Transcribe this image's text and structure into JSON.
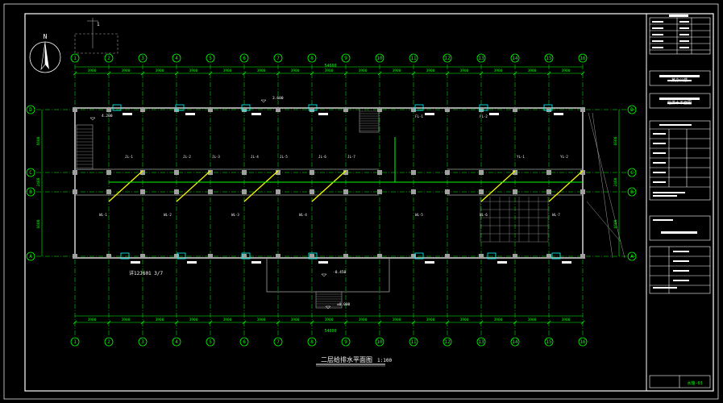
{
  "colors": {
    "background": "#000000",
    "frame": "#ffffff",
    "grid": "#00ff00",
    "wall": "#a0a0a0",
    "pipe": "#ffff00",
    "fixture": "#00ffff",
    "text_white": "#ffffff",
    "text_green": "#00ff00"
  },
  "axes": {
    "columns": [
      "1",
      "2",
      "3",
      "4",
      "5",
      "6",
      "7",
      "8",
      "9",
      "10",
      "11",
      "12",
      "13",
      "14",
      "15",
      "16"
    ],
    "rows": [
      "A",
      "B",
      "C",
      "D"
    ]
  },
  "dimensions": {
    "total_top": "54600",
    "total_bottom": "54600",
    "bay": "3900",
    "vertical": [
      "6600",
      "2400",
      "6600"
    ]
  },
  "drawing_title": "二层给排水平面图",
  "scale": "1:100",
  "north_label": "N",
  "level_marks": [
    "4.200",
    "3.600",
    "-0.450",
    "±0.000"
  ],
  "section_tag": "1",
  "note_bottom_left": "详12J601 3/7",
  "pipe_tags": [
    "JL-1",
    "JL-2",
    "JL-3",
    "JL-4",
    "JL-5",
    "JL-6",
    "JL-7",
    "WL-1",
    "WL-2",
    "WL-3",
    "WL-4",
    "WL-5",
    "WL-6",
    "WL-7",
    "FL-1",
    "FL-2",
    "YL-1",
    "YL-2"
  ],
  "title_block": {
    "project": "某办公楼",
    "drawing": "给排水平面图",
    "sheet": "水施-03"
  }
}
